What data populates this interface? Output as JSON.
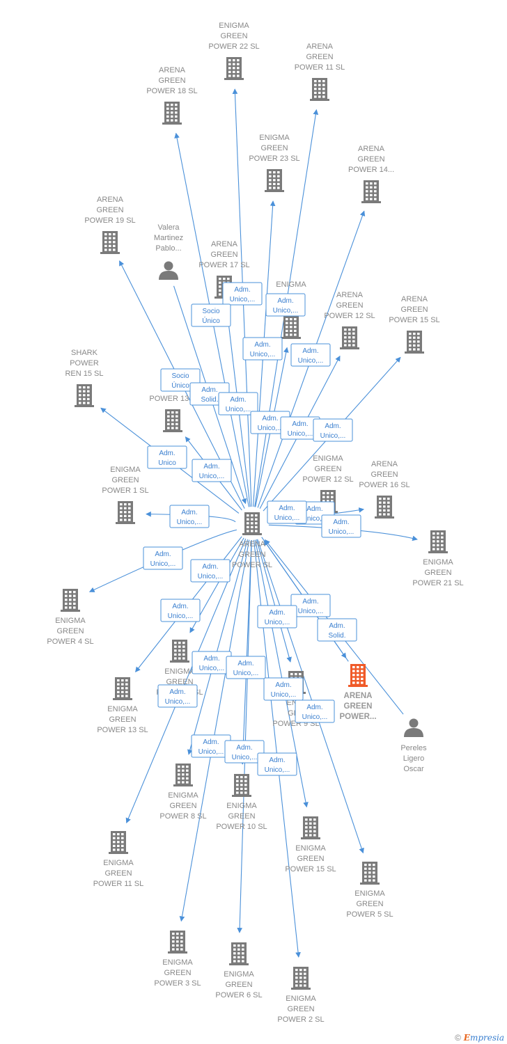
{
  "colors": {
    "edge": "#4a90d9",
    "company": "#7a7a7a",
    "highlight": "#f05a28",
    "person": "#7a7a7a"
  },
  "brand": {
    "copyright": "©",
    "initial": "E",
    "rest": "mpresia"
  },
  "nodes": [
    {
      "id": "center",
      "type": "company",
      "lines": [
        "ARENA",
        "GREEN",
        "POWER  SL"
      ]
    },
    {
      "id": "eg22",
      "type": "company",
      "lines": [
        "ENIGMA",
        "GREEN",
        "POWER 22  SL"
      ]
    },
    {
      "id": "ag11",
      "type": "company",
      "lines": [
        "ARENA",
        "GREEN",
        "POWER 11  SL"
      ]
    },
    {
      "id": "ag18",
      "type": "company",
      "lines": [
        "ARENA",
        "GREEN",
        "POWER 18  SL"
      ]
    },
    {
      "id": "eg23",
      "type": "company",
      "lines": [
        "ENIGMA",
        "GREEN",
        "POWER 23  SL"
      ]
    },
    {
      "id": "ag14",
      "type": "company",
      "lines": [
        "ARENA",
        "GREEN",
        "POWER 14..."
      ]
    },
    {
      "id": "ag19",
      "type": "company",
      "lines": [
        "ARENA",
        "GREEN",
        "POWER 19  SL"
      ]
    },
    {
      "id": "valera",
      "type": "person",
      "lines": [
        "Valera",
        "Martinez",
        "Pablo..."
      ]
    },
    {
      "id": "ag17",
      "type": "company",
      "lines": [
        "ARENA",
        "GREEN",
        "POWER 17  SL"
      ]
    },
    {
      "id": "enigma_mid",
      "type": "company",
      "lines": [
        "ENIGMA",
        "",
        "SL"
      ]
    },
    {
      "id": "ag12",
      "type": "company",
      "lines": [
        "ARENA",
        "GREEN",
        "POWER 12  SL"
      ]
    },
    {
      "id": "ag15",
      "type": "company",
      "lines": [
        "ARENA",
        "GREEN",
        "POWER 15  SL"
      ]
    },
    {
      "id": "shark",
      "type": "company",
      "lines": [
        "SHARK",
        "POWER",
        "REN 15  SL"
      ]
    },
    {
      "id": "ag13",
      "type": "company",
      "lines": [
        "AR",
        "G",
        "POWER 13  S"
      ]
    },
    {
      "id": "eg1",
      "type": "company",
      "lines": [
        "ENIGMA",
        "GREEN",
        "POWER 1  SL"
      ]
    },
    {
      "id": "eg12",
      "type": "company",
      "lines": [
        "ENIGMA",
        "GREEN",
        "POWER 12  SL"
      ]
    },
    {
      "id": "ag16",
      "type": "company",
      "lines": [
        "ARENA",
        "GREEN",
        "POWER 16  SL"
      ]
    },
    {
      "id": "eg21",
      "type": "company",
      "lines": [
        "ENIGMA",
        "GREEN",
        "POWER 21  SL"
      ]
    },
    {
      "id": "eg4",
      "type": "company",
      "lines": [
        "ENIGMA",
        "GREEN",
        "POWER 4  SL"
      ]
    },
    {
      "id": "eg7",
      "type": "company",
      "lines": [
        "ENIGMA",
        "GREEN",
        "POWER 7  SL"
      ]
    },
    {
      "id": "agpower",
      "type": "highlight",
      "lines": [
        "ARENA",
        "GREEN",
        "POWER..."
      ]
    },
    {
      "id": "eg13",
      "type": "company",
      "lines": [
        "ENIGMA",
        "GREEN",
        "POWER 13  SL"
      ]
    },
    {
      "id": "eg9",
      "type": "company",
      "lines": [
        "ENIG",
        "GRE",
        "POWER 9  SL"
      ]
    },
    {
      "id": "pereles",
      "type": "person",
      "lines": [
        "Pereles",
        "Ligero",
        "Oscar"
      ]
    },
    {
      "id": "eg8",
      "type": "company",
      "lines": [
        "ENIGMA",
        "GREEN",
        "POWER 8  SL"
      ]
    },
    {
      "id": "eg10",
      "type": "company",
      "lines": [
        "ENIGMA",
        "GREEN",
        "POWER 10  SL"
      ]
    },
    {
      "id": "eg15",
      "type": "company",
      "lines": [
        "ENIGMA",
        "GREEN",
        "POWER 15  SL"
      ]
    },
    {
      "id": "eg11",
      "type": "company",
      "lines": [
        "ENIGMA",
        "GREEN",
        "POWER 11  SL"
      ]
    },
    {
      "id": "eg5",
      "type": "company",
      "lines": [
        "ENIGMA",
        "GREEN",
        "POWER 5  SL"
      ]
    },
    {
      "id": "eg3",
      "type": "company",
      "lines": [
        "ENIGMA",
        "GREEN",
        "POWER 3  SL"
      ]
    },
    {
      "id": "eg6",
      "type": "company",
      "lines": [
        "ENIGMA",
        "GREEN",
        "POWER 6  SL"
      ]
    },
    {
      "id": "eg2",
      "type": "company",
      "lines": [
        "ENIGMA",
        "GREEN",
        "POWER 2  SL"
      ]
    }
  ],
  "edges": [
    {
      "from": "center",
      "to": "eg22",
      "label": [
        "Adm.",
        "Unico,..."
      ]
    },
    {
      "from": "center",
      "to": "ag11",
      "label": [
        "Adm.",
        "Unico,..."
      ]
    },
    {
      "from": "center",
      "to": "ag18",
      "label": [
        "Socio",
        "Único"
      ]
    },
    {
      "from": "center",
      "to": "eg23",
      "label": [
        "Adm.",
        "Unico,..."
      ]
    },
    {
      "from": "center",
      "to": "ag14",
      "label": [
        "Adm.",
        "Unico,..."
      ]
    },
    {
      "from": "center",
      "to": "ag19",
      "label": [
        "Socio",
        "Único"
      ]
    },
    {
      "from": "valera",
      "to": "center",
      "label": [
        "Adm.",
        "Solid."
      ]
    },
    {
      "from": "center",
      "to": "ag17",
      "label": [
        "Adm.",
        "Unico,..."
      ]
    },
    {
      "from": "center",
      "to": "enigma_mid",
      "label": [
        "Adm.",
        "Unico,..."
      ]
    },
    {
      "from": "center",
      "to": "ag12",
      "label": [
        "Adm.",
        "Unico,..."
      ]
    },
    {
      "from": "center",
      "to": "ag15",
      "label": [
        "Adm.",
        "Unico,..."
      ]
    },
    {
      "from": "center",
      "to": "shark",
      "label": [
        "Adm.",
        "Unico"
      ]
    },
    {
      "from": "center",
      "to": "ag13",
      "label": [
        "Adm.",
        "Unico,..."
      ]
    },
    {
      "from": "center",
      "to": "eg1",
      "label": [
        "Adm.",
        "Unico,..."
      ]
    },
    {
      "from": "center",
      "to": "eg12",
      "label": [
        "Adm.",
        "Unico,..."
      ]
    },
    {
      "from": "center",
      "to": "ag16",
      "label": [
        "Adm.",
        "Unico,..."
      ]
    },
    {
      "from": "center",
      "to": "eg21",
      "label": [
        "Adm.",
        "Unico,..."
      ]
    },
    {
      "from": "center",
      "to": "eg4",
      "label": [
        "Adm.",
        "Unico,..."
      ]
    },
    {
      "from": "center",
      "to": "eg7",
      "label": [
        "Adm.",
        "Unico,..."
      ]
    },
    {
      "from": "agpower",
      "to": "center",
      "label": [
        "Adm.",
        "Unico,..."
      ]
    },
    {
      "from": "center",
      "to": "agpower",
      "label": [
        "Adm.",
        "Solid."
      ]
    },
    {
      "from": "center",
      "to": "eg13",
      "label": [
        "Adm.",
        "Unico,..."
      ]
    },
    {
      "from": "center",
      "to": "eg9",
      "label": [
        "Adm.",
        "Unico,..."
      ]
    },
    {
      "from": "pereles",
      "to": "center",
      "label": []
    },
    {
      "from": "center",
      "to": "eg8",
      "label": [
        "Adm.",
        "Unico,..."
      ]
    },
    {
      "from": "center",
      "to": "eg10",
      "label": [
        "Adm.",
        "Unico,..."
      ]
    },
    {
      "from": "center",
      "to": "eg15",
      "label": [
        "Adm.",
        "Unico,..."
      ]
    },
    {
      "from": "center",
      "to": "eg11",
      "label": [
        "Adm.",
        "Unico,..."
      ]
    },
    {
      "from": "center",
      "to": "eg5",
      "label": [
        "Adm.",
        "Unico,..."
      ]
    },
    {
      "from": "center",
      "to": "eg3",
      "label": [
        "Adm.",
        "Unico,..."
      ]
    },
    {
      "from": "center",
      "to": "eg6",
      "label": [
        "Adm.",
        "Unico,..."
      ]
    },
    {
      "from": "center",
      "to": "eg2",
      "label": [
        "Adm.",
        "Unico,..."
      ]
    }
  ]
}
